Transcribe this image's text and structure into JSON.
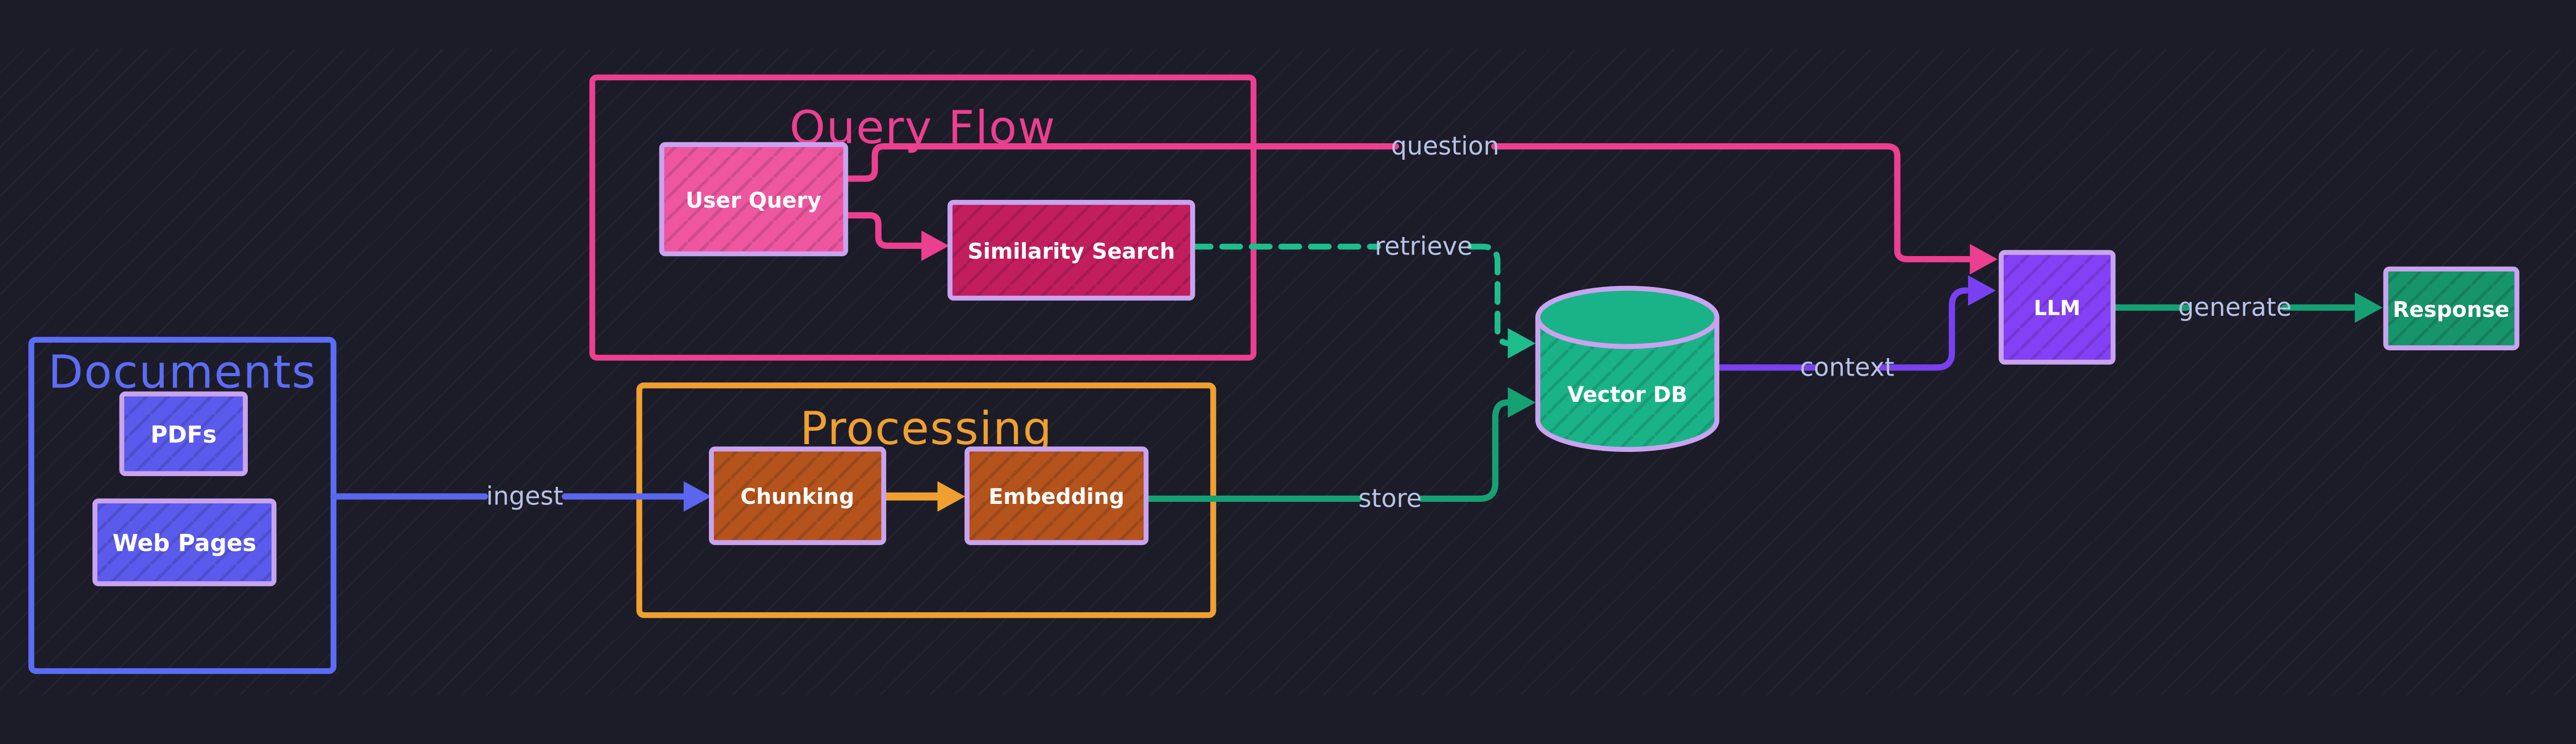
{
  "canvas": {
    "background": "#1c1c28"
  },
  "groups": {
    "documents": {
      "title": "Documents",
      "color": "#5b6cf5"
    },
    "query_flow": {
      "title": "Query Flow",
      "color": "#ec3f8f"
    },
    "processing": {
      "title": "Processing",
      "color": "#f0a030"
    }
  },
  "nodes": {
    "border_color": "#c9a3f0",
    "label_color": "#ffffff",
    "pdfs": {
      "label": "PDFs",
      "fill": "#5a5bec"
    },
    "web_pages": {
      "label": "Web Pages",
      "fill": "#5a5bec"
    },
    "user_query": {
      "label": "User Query",
      "fill": "#ee57a0"
    },
    "similarity_search": {
      "label": "Similarity Search",
      "fill": "#c21e5e"
    },
    "chunking": {
      "label": "Chunking",
      "fill": "#b4531c"
    },
    "embedding": {
      "label": "Embedding",
      "fill": "#b4531c"
    },
    "vector_db": {
      "label": "Vector DB",
      "fill": "#1ab388"
    },
    "llm": {
      "label": "LLM",
      "fill": "#8440f5"
    },
    "response": {
      "label": "Response",
      "fill": "#17946a"
    }
  },
  "edges": {
    "label_color": "#b8c2e6",
    "ingest": {
      "label": "ingest",
      "color": "#5b66f0"
    },
    "question": {
      "label": "question",
      "color": "#ec3f8f"
    },
    "user_query_to_similarity": {
      "color": "#ec3f8f"
    },
    "retrieve": {
      "label": "retrieve",
      "color": "#1dbd8c"
    },
    "store": {
      "label": "store",
      "color": "#16a173"
    },
    "context": {
      "label": "context",
      "color": "#7b3ff2"
    },
    "generate": {
      "label": "generate",
      "color": "#16a173"
    },
    "chunking_to_embedding": {
      "color": "#f0a030"
    }
  }
}
